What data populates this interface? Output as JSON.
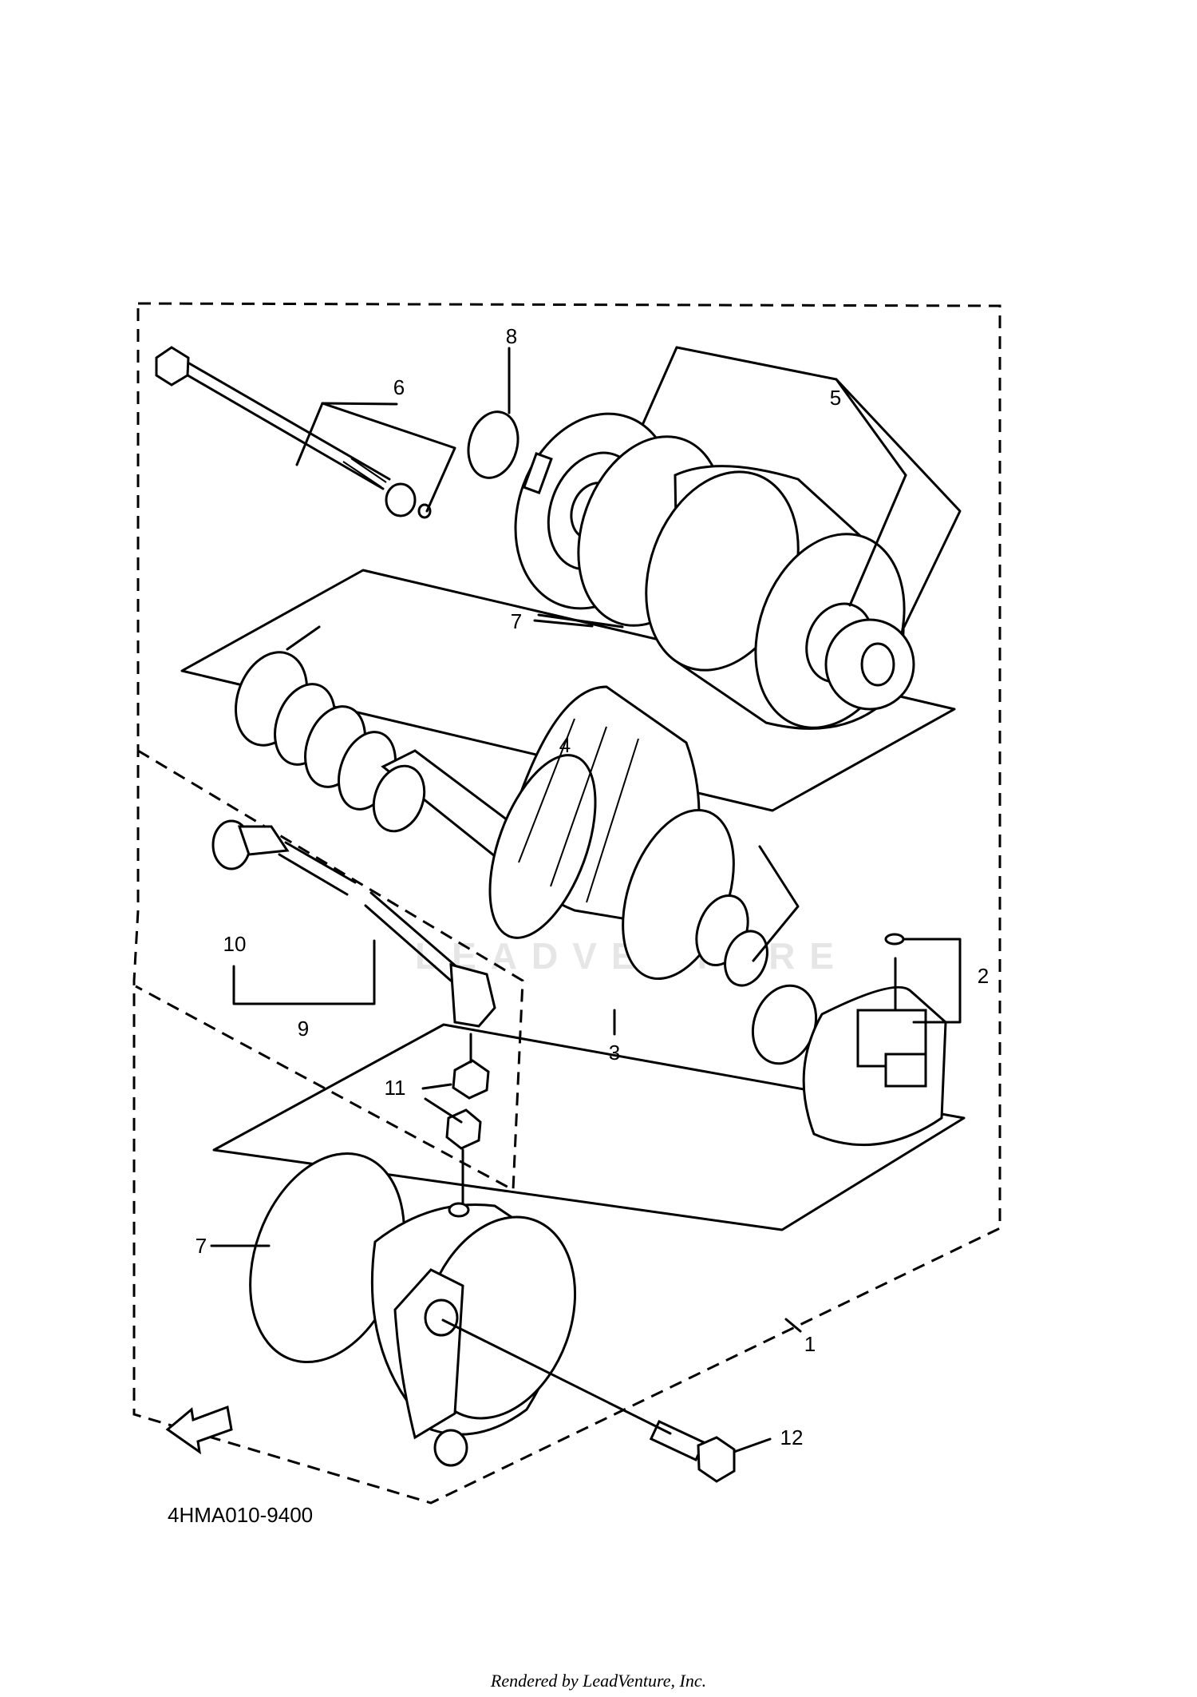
{
  "diagram": {
    "callouts": [
      "1",
      "2",
      "3",
      "4",
      "5",
      "6",
      "7",
      "7",
      "8",
      "9",
      "10",
      "11",
      "12"
    ],
    "diagram_code": "4HMA010-9400",
    "watermark_text": "LEADVENTURE",
    "footer": "Rendered by LeadVenture, Inc."
  }
}
